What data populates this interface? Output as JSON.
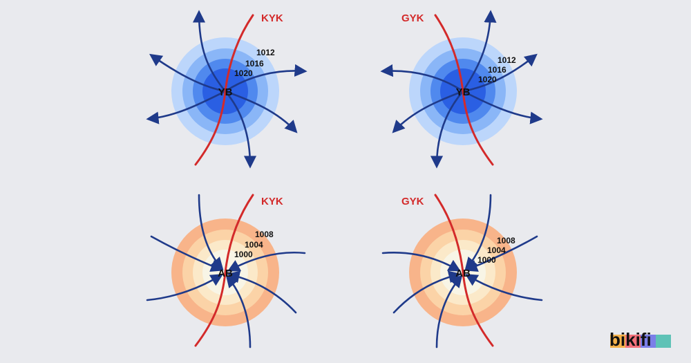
{
  "colors": {
    "background": "#e9eaee",
    "arrow": "#1f3a8a",
    "front_line": "#d32a2a",
    "front_label": "#d32a2a",
    "high_rings": [
      "#bcd6fb",
      "#8ab6f7",
      "#5089ee",
      "#2a5fe3"
    ],
    "low_rings": [
      "#f8b48a",
      "#fbd3a7",
      "#fbe9c9",
      "#f8f5e6"
    ]
  },
  "panels": [
    {
      "center_label": "YB",
      "front_label": "KYK",
      "isobars": [
        "1012",
        "1016",
        "1020"
      ]
    },
    {
      "center_label": "YB",
      "front_label": "GYK",
      "isobars": [
        "1012",
        "1016",
        "1020"
      ]
    },
    {
      "center_label": "AB",
      "front_label": "KYK",
      "isobars": [
        "1008",
        "1004",
        "1000"
      ]
    },
    {
      "center_label": "AB",
      "front_label": "GYK",
      "isobars": [
        "1008",
        "1004",
        "1000"
      ]
    }
  ],
  "brand": {
    "text": "bikifi",
    "bar_colors": [
      "#f6b24a",
      "#f2707a",
      "#7b7fe8",
      "#5ec2b6"
    ]
  }
}
